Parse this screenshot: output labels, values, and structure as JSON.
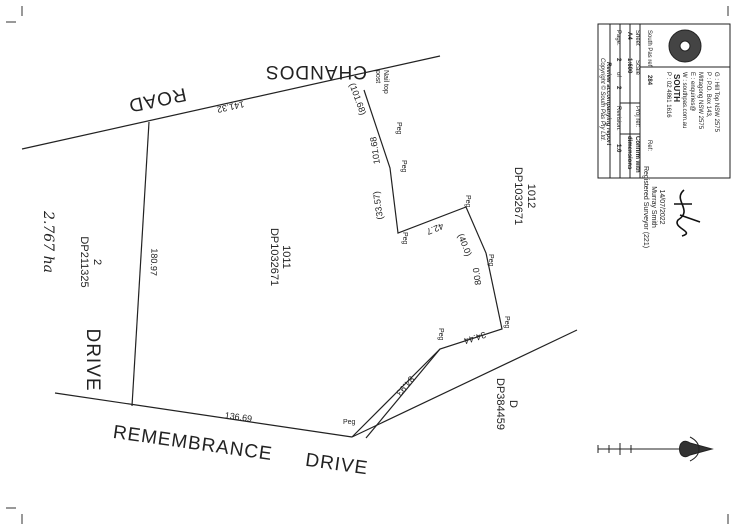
{
  "roads": {
    "chandos": "CHANDOS",
    "road": "ROAD",
    "remembrance": "REMEMBRANCE",
    "remembrance_drive": "DRIVE",
    "west_drive": "DRIVE"
  },
  "dimensions": {
    "d_141_32": "141.32",
    "d_180_97": "180.97",
    "d_136_69": "136.69",
    "d_101_68": "101.68",
    "d_101_68_paren": "(101.68)",
    "d_33_57": "(33.57)",
    "d_42_7": "42.7",
    "d_40_0": "(40.0)",
    "d_80_0": "80.0",
    "d_34_44": "34.44",
    "d_84_93": "84.93"
  },
  "markers": {
    "peg": "Peg",
    "nail_top_post_1": "Nail top",
    "nail_top_post_2": "post"
  },
  "lots": {
    "lot_1011": "1011",
    "dp_1032671_a": "DP1032671",
    "lot_1012": "1012",
    "dp_1032671_b": "DP1032671",
    "lot_2": "2",
    "dp_211325": "DP211325",
    "area": "2.767 ha",
    "lot_d": "D",
    "dp_384459": "DP384459"
  },
  "surveyor": {
    "date": "14/07/2022",
    "name": "Murray Smith",
    "title": "Registered Surveyor (221)"
  },
  "title_block": {
    "company": "SOUTH",
    "address_1": "G : Hill Top NSW 2575",
    "address_2": "P : P.O. Box 143,",
    "address_3": "Mittagong NSW 2575",
    "email": "E : enquiries@",
    "web": "W : southpas.com.au",
    "phone": "P : 02 4861 1616",
    "ref_label": "South Pas ref:",
    "ref_value": "284",
    "ref_right": "Ref:",
    "sheet_label": "Sheet",
    "sheet_value": "A4",
    "scale_label": "Scale",
    "scale_value": "1:600",
    "proj_label": "Proj ref:",
    "proj_value": "Confirm with",
    "proj_value2": "dimensions",
    "page_label": "Page:",
    "page_value": "2",
    "page_of": "of",
    "page_total": "2",
    "revision_label": "Revision:",
    "revision_value": "1.0",
    "footer_1": "Review accompanying report",
    "footer_2": "Copyright © South Pas Pty Ltd."
  },
  "colors": {
    "ink": "#1a1a1a",
    "paper": "#ffffff"
  }
}
